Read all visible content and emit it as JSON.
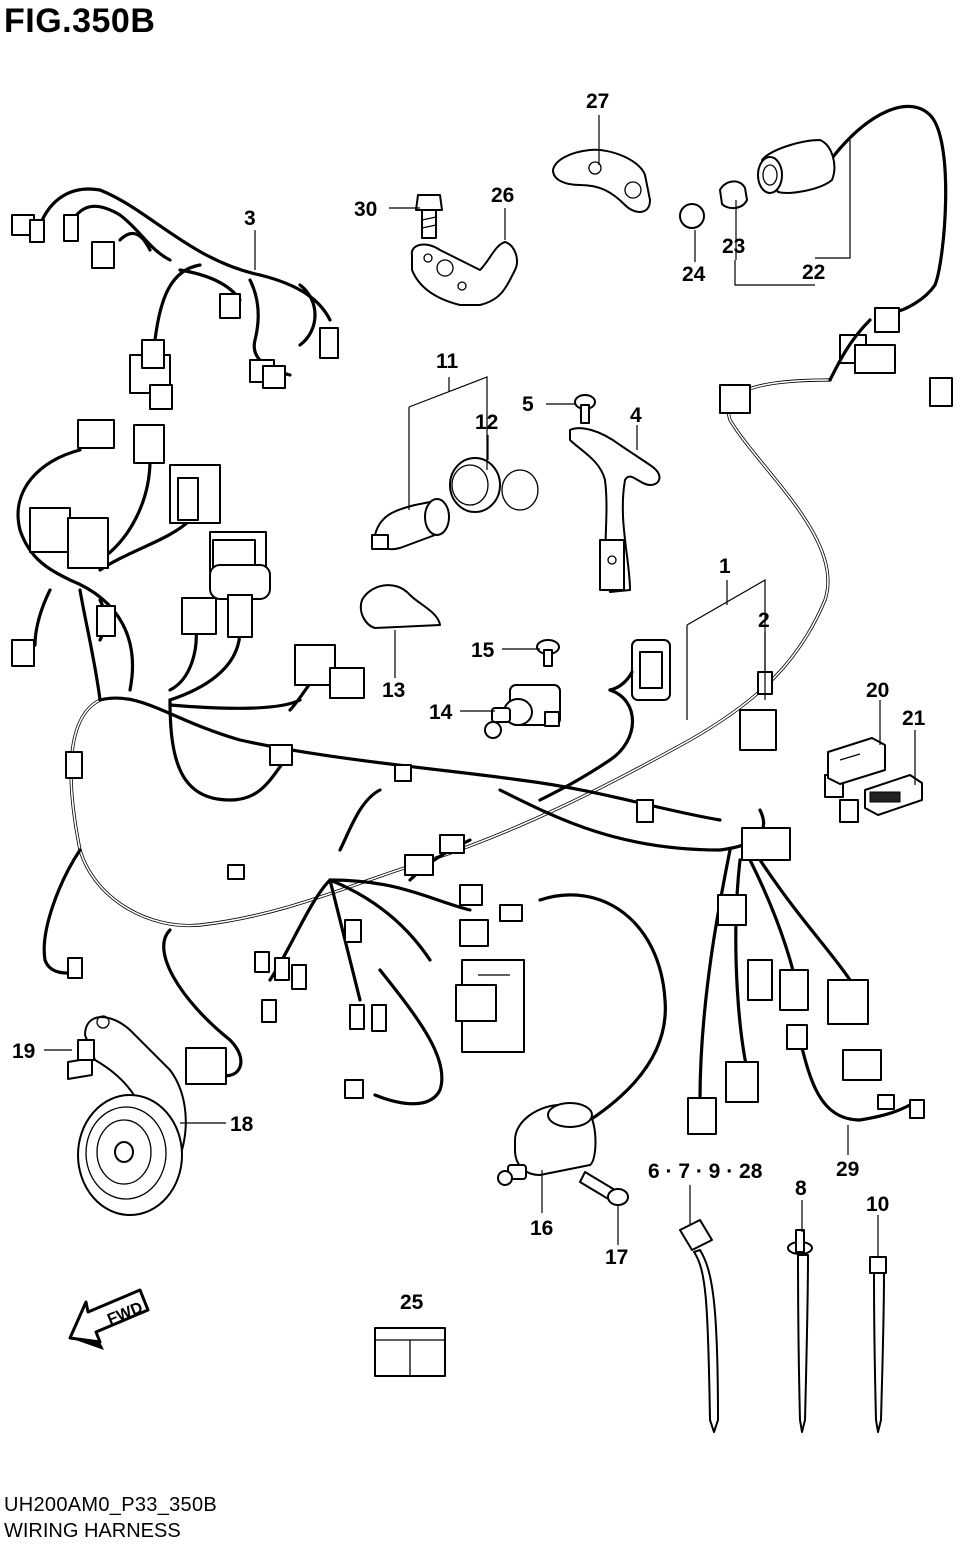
{
  "figure": {
    "title": "FIG.350B",
    "code": "UH200AM0_P33_350B",
    "name": "WIRING HARNESS"
  },
  "fwd_label": "FWD",
  "callouts": {
    "c1": "1",
    "c2": "2",
    "c3": "3",
    "c4": "4",
    "c5": "5",
    "c6": "6 · 7 · 9 · 28",
    "c8": "8",
    "c10": "10",
    "c11": "11",
    "c12": "12",
    "c13": "13",
    "c14": "14",
    "c15": "15",
    "c16": "16",
    "c17": "17",
    "c18": "18",
    "c19": "19",
    "c20": "20",
    "c21": "21",
    "c22": "22",
    "c23": "23",
    "c24": "24",
    "c25": "25",
    "c26": "26",
    "c27": "27",
    "c29": "29",
    "c30": "30"
  },
  "colors": {
    "line": "#000000",
    "background": "#ffffff"
  }
}
